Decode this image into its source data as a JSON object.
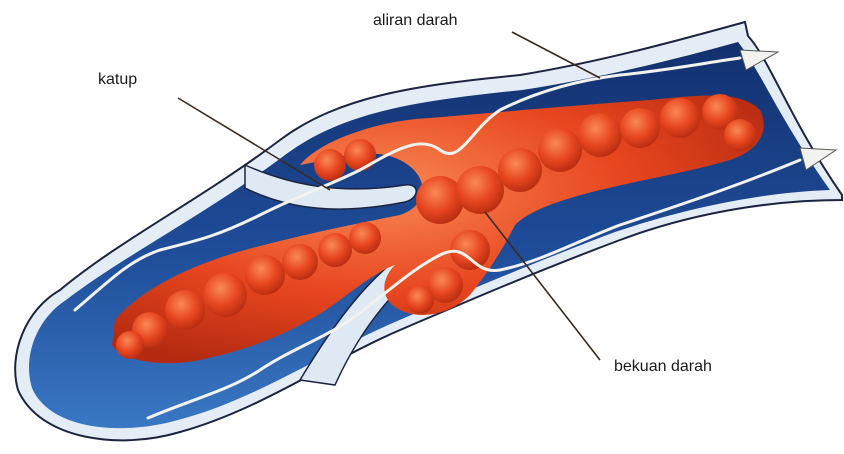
{
  "labels": {
    "valve": "katup",
    "blood_flow": "aliran darah",
    "blood_clot": "bekuan darah"
  },
  "colors": {
    "vessel_outer": "#e4edf6",
    "vessel_wall": "#0f2a66",
    "vessel_inner": "#1f4d9a",
    "vessel_highlight": "#3a78c4",
    "clot": "#e2401c",
    "clot_highlight": "#f47a47",
    "flow_arrow": "#f2f2ee",
    "leader_line": "#3a2a20"
  }
}
